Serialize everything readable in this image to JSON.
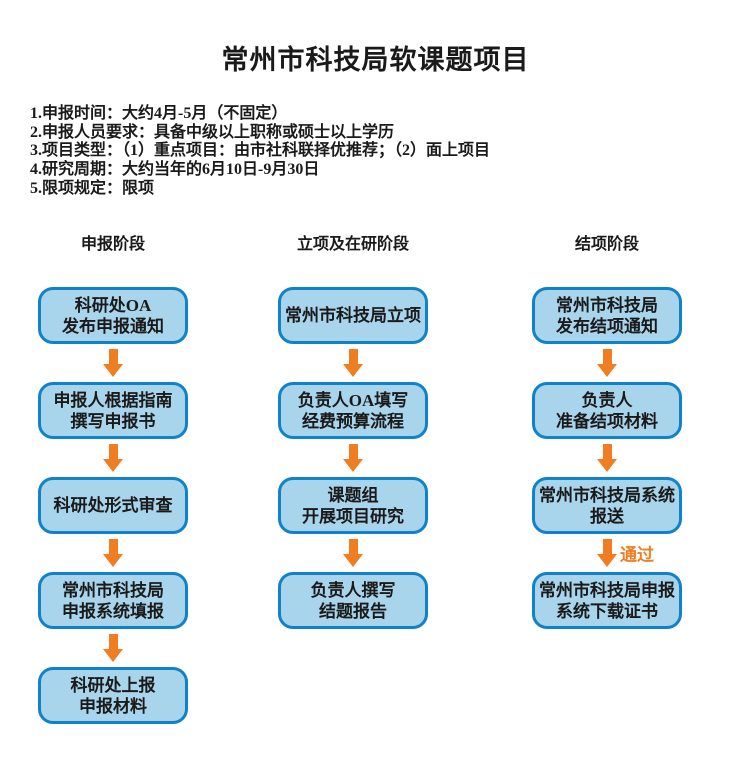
{
  "title": "常州市科技局软课题项目",
  "notes": [
    "1.申报时间：大约4月-5月（不固定）",
    "2.申报人员要求：具备中级以上职称或硕士以上学历",
    "3.项目类型：（1）重点项目：由市社科联择优推荐；（2）面上项目",
    "4.研究周期：大约当年的6月10日-9月30日",
    "5.限项规定：限项"
  ],
  "colors": {
    "box_fill": "#a9d5ec",
    "box_border": "#0f82c8",
    "arrow": "#f07d22",
    "text": "#1a1a1a"
  },
  "columns": [
    {
      "header": "申报阶段",
      "steps": [
        {
          "line1": "科研处OA",
          "line2": "发布申报通知"
        },
        {
          "line1": "申报人根据指南",
          "line2": "撰写申报书"
        },
        {
          "line1": "科研处形式审查",
          "line2": ""
        },
        {
          "line1": "常州市科技局",
          "line2": "申报系统填报"
        },
        {
          "line1": "科研处上报",
          "line2": "申报材料"
        }
      ],
      "arrow_labels": [
        "",
        "",
        "",
        ""
      ]
    },
    {
      "header": "立项及在研阶段",
      "steps": [
        {
          "line1": "常州市科技局立项",
          "line2": ""
        },
        {
          "line1": "负责人OA填写",
          "line2": "经费预算流程"
        },
        {
          "line1": "课题组",
          "line2": "开展项目研究"
        },
        {
          "line1": "负责人撰写",
          "line2": "结题报告"
        }
      ],
      "arrow_labels": [
        "",
        "",
        ""
      ]
    },
    {
      "header": "结项阶段",
      "steps": [
        {
          "line1": "常州市科技局",
          "line2": "发布结项通知"
        },
        {
          "line1": "负责人",
          "line2": "准备结项材料"
        },
        {
          "line1": "常州市科技局系统",
          "line2": "报送"
        },
        {
          "line1": "常州市科技局申报",
          "line2": "系统下载证书"
        }
      ],
      "arrow_labels": [
        "",
        "",
        "通过"
      ]
    }
  ]
}
